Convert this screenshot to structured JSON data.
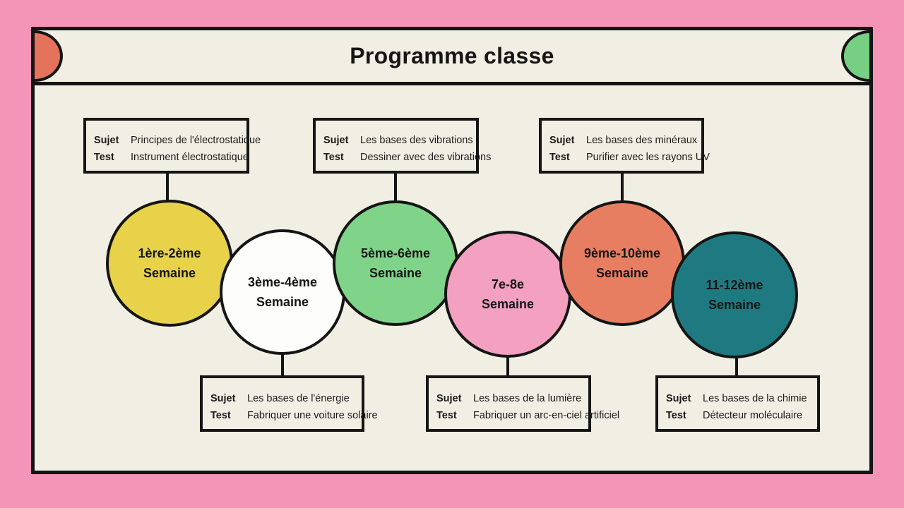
{
  "page": {
    "title": "Programme classe"
  },
  "labels": {
    "sujet": "Sujet",
    "test": "Test"
  },
  "colors": {
    "background": "#F494B6",
    "panel": "#F1EEE3",
    "border": "#151515",
    "semicircle_left": "#E5735C",
    "semicircle_right": "#76D083",
    "circle_1": "#E7D24A",
    "circle_2": "#FDFDFC",
    "circle_3": "#7FD48A",
    "circle_4": "#F3A0C1",
    "circle_5": "#E87E61",
    "circle_6": "#1E7A80"
  },
  "circles": [
    {
      "line1": "1ère-2ème",
      "line2": "Semaine"
    },
    {
      "line1": "3ème-4ème",
      "line2": "Semaine"
    },
    {
      "line1": "5ème-6ème",
      "line2": "Semaine"
    },
    {
      "line1": "7e-8e",
      "line2": "Semaine"
    },
    {
      "line1": "9ème-10ème",
      "line2": "Semaine"
    },
    {
      "line1": "11-12ème",
      "line2": "Semaine"
    }
  ],
  "boxes": [
    {
      "sujet": "Principes de l'électrostatique",
      "test": "Instrument électrostatique"
    },
    {
      "sujet": "Les bases des vibrations",
      "test": "Dessiner avec des vibrations"
    },
    {
      "sujet": "Les bases des minéraux",
      "test": "Purifier avec les rayons UV"
    },
    {
      "sujet": "Les bases de l'énergie",
      "test": "Fabriquer une voiture solaire"
    },
    {
      "sujet": "Les bases de la lumière",
      "test": "Fabriquer un arc-en-ciel artificiel"
    },
    {
      "sujet": "Les bases de la chimie",
      "test": "Détecteur moléculaire"
    }
  ]
}
